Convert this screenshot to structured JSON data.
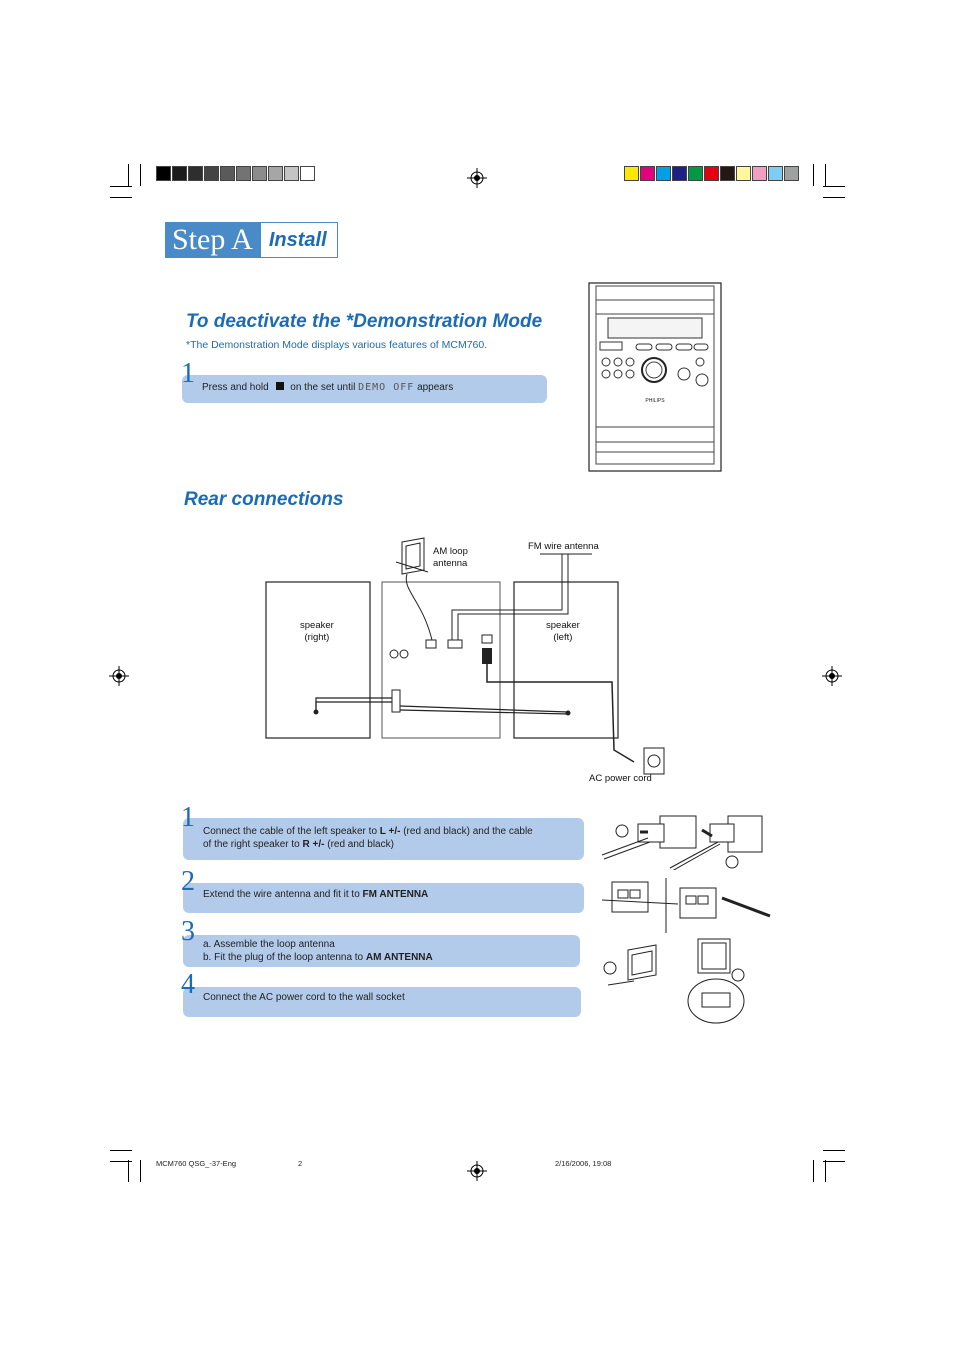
{
  "step": {
    "tag": "Step A",
    "title": "Install"
  },
  "demo": {
    "heading": "To deactivate the *Demonstration Mode",
    "note": "*The Demonstration Mode displays various features of MCM760.",
    "step_number": "1",
    "instruction_pre": "Press and hold",
    "instruction_mid": "on the set until",
    "lcd_text": "DEMO OFF",
    "instruction_post": "appears"
  },
  "rear": {
    "heading": "Rear connections",
    "labels": {
      "am_antenna": "AM loop\nantenna",
      "fm_antenna": "FM wire antenna",
      "speaker_right": "speaker\n(right)",
      "speaker_left": "speaker\n(left)",
      "ac_cord": "AC power cord"
    },
    "device_brand": "PHILIPS"
  },
  "steps": [
    {
      "number": "1",
      "line1_pre": "Connect the cable of the left speaker to ",
      "line1_bold": "L +/-",
      "line1_post": " (red and black) and the cable",
      "line2_pre": "of the right speaker to ",
      "line2_bold": "R +/-",
      "line2_post": " (red and black)"
    },
    {
      "number": "2",
      "pre": "Extend the wire antenna and fit it to ",
      "bold": "FM ANTENNA"
    },
    {
      "number": "3",
      "line1": "a.  Assemble the loop antenna",
      "line2_pre": "b. Fit the plug of the loop antenna to ",
      "line2_bold": "AM ANTENNA"
    },
    {
      "number": "4",
      "text": "Connect the AC power cord to the wall socket"
    }
  ],
  "footer": {
    "file": "MCM760 QSG_-37-Eng",
    "page": "2",
    "date": "2/16/2006, 19:08"
  },
  "colors": {
    "accent": "#1b6cb5",
    "bar": "#b3cbea",
    "gray_swatches": [
      "#000000",
      "#1a1a1a",
      "#2e2e2e",
      "#444444",
      "#5a5a5a",
      "#737373",
      "#8c8c8c",
      "#a6a6a6",
      "#c4c4c4",
      "#ffffff"
    ],
    "color_swatches": [
      "#ffe800",
      "#e5007e",
      "#00a0e9",
      "#1d2088",
      "#009944",
      "#e60012",
      "#231815",
      "#fff799",
      "#f19ec2",
      "#7ecef4",
      "#9fa0a0"
    ]
  }
}
